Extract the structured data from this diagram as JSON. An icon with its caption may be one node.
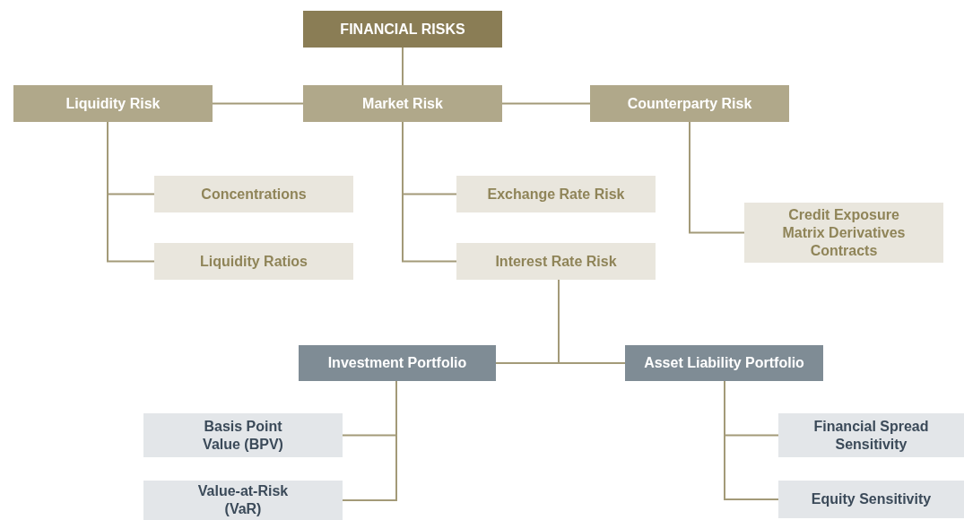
{
  "diagram": {
    "nodes": [
      {
        "text": [
          "FINANCIAL RISKS"
        ]
      },
      {
        "text": [
          "Liquidity Risk"
        ]
      },
      {
        "text": [
          "Market Risk"
        ]
      },
      {
        "text": [
          "Counterparty Risk"
        ]
      },
      {
        "text": [
          "Concentrations"
        ]
      },
      {
        "text": [
          "Liquidity Ratios"
        ]
      },
      {
        "text": [
          "Exchange Rate Risk"
        ]
      },
      {
        "text": [
          "Interest Rate Risk"
        ]
      },
      {
        "text": [
          "Credit Exposure Matrix Derivatives Contracts"
        ]
      },
      {
        "text": [
          "Investment Portfolio"
        ]
      },
      {
        "text": [
          "Asset Liability Portfolio"
        ]
      },
      {
        "text": [
          "Basis Point Value (BPV)"
        ]
      },
      {
        "text": [
          "Value-at-Risk (VaR)"
        ]
      },
      {
        "text": [
          "Financial Spread Sensitivity"
        ]
      },
      {
        "text": [
          "Equity Sensitivity"
        ]
      }
    ],
    "edges": [
      {
        "from": 0,
        "to": 2,
        "arrow": "none"
      },
      {
        "from": 2,
        "to": 1,
        "arrow": "none"
      },
      {
        "from": 2,
        "to": 3,
        "arrow": "none"
      },
      {
        "from": 1,
        "to": 4,
        "arrow": "none"
      },
      {
        "from": 1,
        "to": 5,
        "arrow": "none"
      },
      {
        "from": 2,
        "to": 6,
        "arrow": "none"
      },
      {
        "from": 2,
        "to": 7,
        "arrow": "none"
      },
      {
        "from": 3,
        "to": 8,
        "arrow": "none"
      },
      {
        "from": 7,
        "to": 9,
        "arrow": "none"
      },
      {
        "from": 7,
        "to": 10,
        "arrow": "none"
      },
      {
        "from": 9,
        "to": 11,
        "arrow": "none"
      },
      {
        "from": 9,
        "to": 12,
        "arrow": "none"
      },
      {
        "from": 10,
        "to": 13,
        "arrow": "none"
      },
      {
        "from": 10,
        "to": 14,
        "arrow": "none"
      }
    ]
  }
}
